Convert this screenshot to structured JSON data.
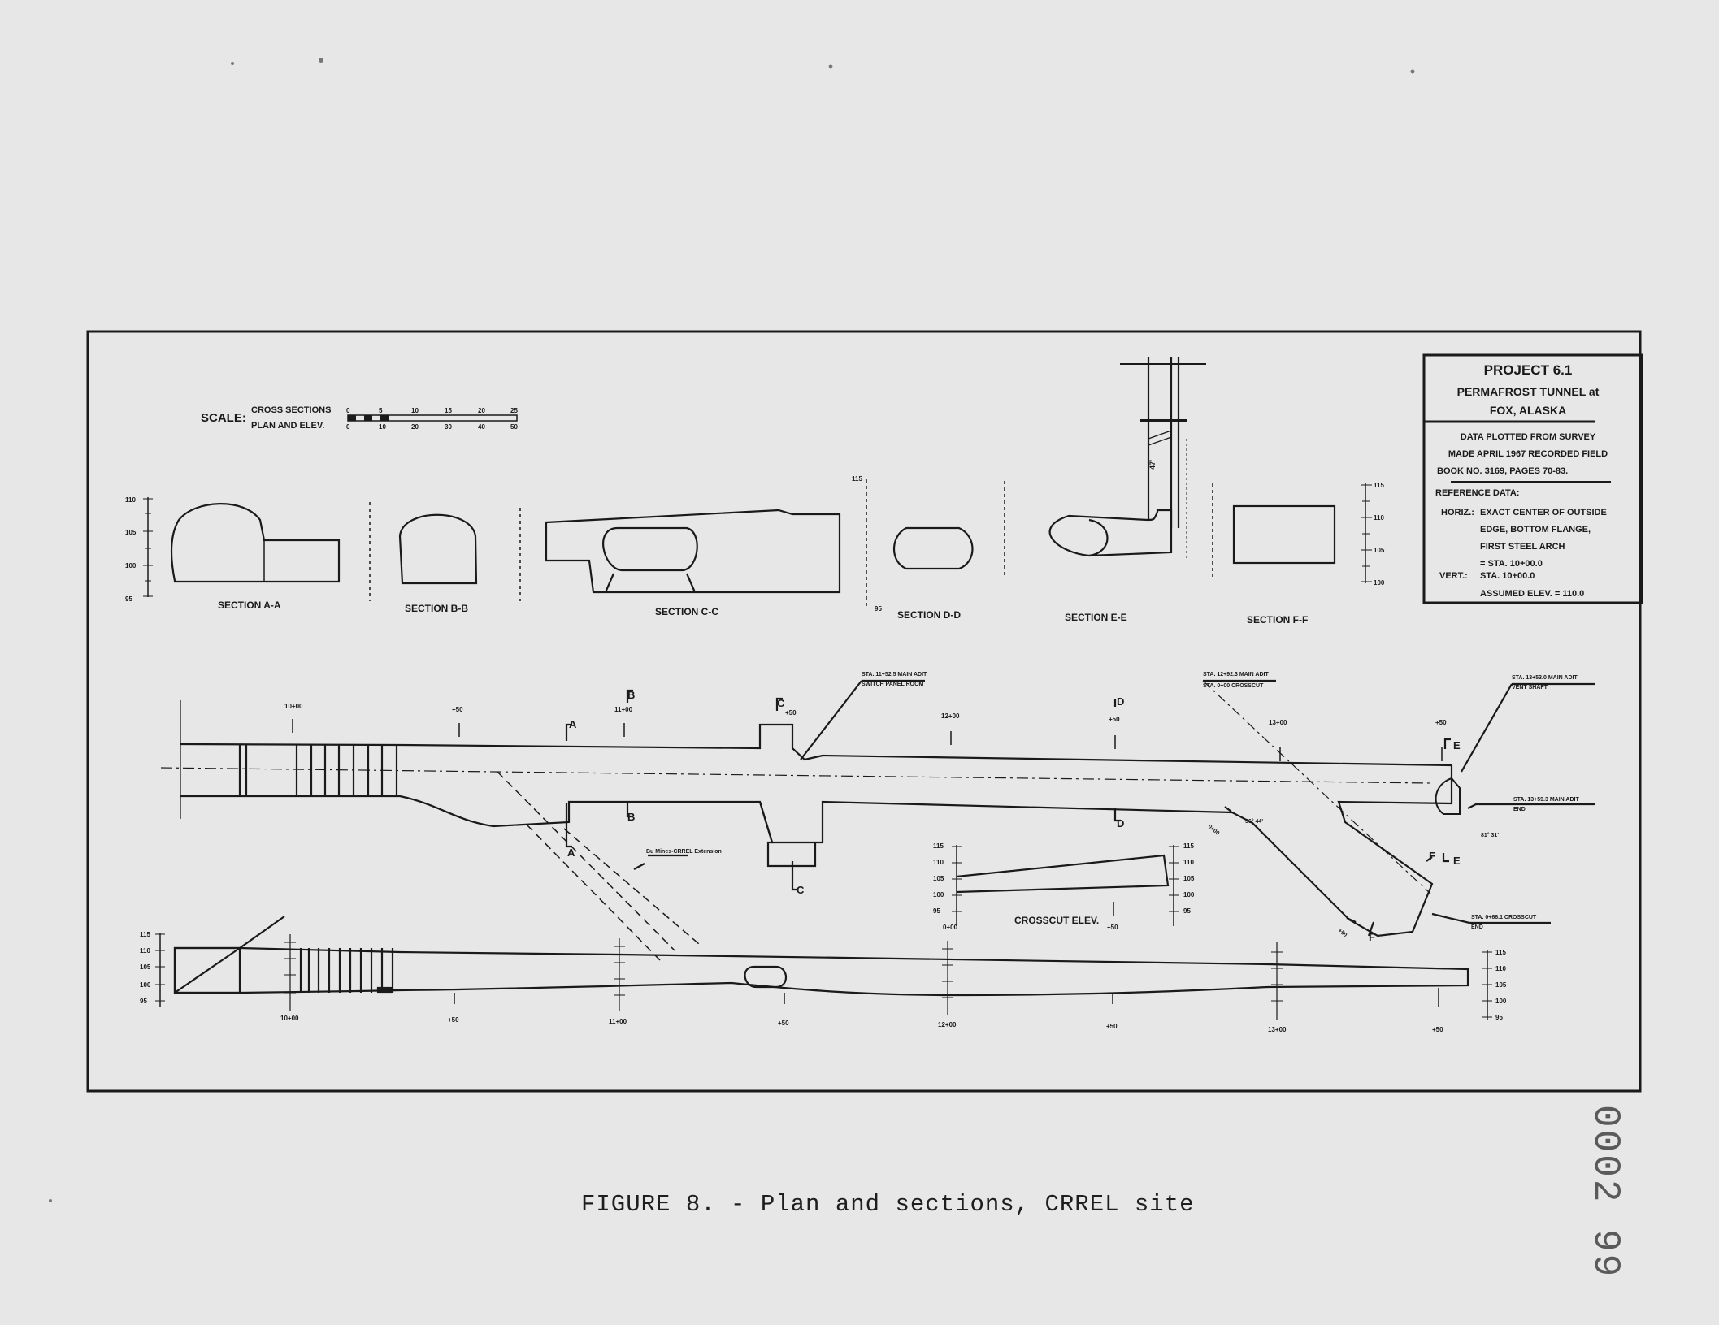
{
  "title_block": {
    "project": "PROJECT 6.1",
    "line2": "PERMAFROST TUNNEL at",
    "line3": "FOX, ALASKA",
    "survey": [
      "DATA PLOTTED FROM SURVEY",
      "MADE APRIL 1967 RECORDED FIELD",
      "BOOK NO. 3169, PAGES 70-83."
    ],
    "reference_heading": "REFERENCE DATA:",
    "horiz_label": "HORIZ.:",
    "horiz_lines": [
      "EXACT CENTER OF OUTSIDE",
      "EDGE, BOTTOM FLANGE,",
      "FIRST STEEL ARCH",
      "= STA. 10+00.0"
    ],
    "vert_label": "VERT.:",
    "vert_lines": [
      "STA. 10+00.0",
      "ASSUMED ELEV. = 110.0"
    ]
  },
  "scale": {
    "label": "SCALE:",
    "line1": "CROSS SECTIONS",
    "line2": "PLAN AND ELEV.",
    "top_ticks": [
      "0",
      "5",
      "10",
      "15",
      "20",
      "25"
    ],
    "bottom_ticks": [
      "0",
      "10",
      "20",
      "30",
      "40",
      "50"
    ]
  },
  "sections": {
    "a": "SECTION A-A",
    "b": "SECTION B-B",
    "c": "SECTION C-C",
    "d": "SECTION D-D",
    "e": "SECTION E-E",
    "f": "SECTION F-F"
  },
  "elev_ticks": {
    "a": [
      "110",
      "105",
      "100",
      "95"
    ],
    "c": [
      "115",
      "95"
    ],
    "f": [
      "115",
      "110",
      "105",
      "100"
    ],
    "crosscut_left": [
      "115",
      "110",
      "105",
      "100",
      "95"
    ],
    "crosscut_right": [
      "115",
      "110",
      "105",
      "100",
      "95"
    ],
    "profile_left": [
      "115",
      "110",
      "105",
      "100",
      "95"
    ],
    "profile_right": [
      "115",
      "110",
      "105",
      "100",
      "95"
    ]
  },
  "plan": {
    "stations": [
      "10+00",
      "+50",
      "11+00",
      "+50",
      "12+00",
      "+50",
      "13+00",
      "+50"
    ],
    "cut_letters": [
      "A",
      "B",
      "C",
      "D",
      "E",
      "F"
    ],
    "annot_switch_1": "STA. 11+52.5 MAIN ADIT",
    "annot_switch_2": "SWITCH PANEL ROOM",
    "annot_crosscut_1": "STA. 12+92.3 MAIN ADIT",
    "annot_crosscut_2": "STA. 0+00 CROSSCUT",
    "annot_shaft_1": "STA. 13+53.0 MAIN ADIT",
    "annot_shaft_2": "VENT SHAFT",
    "annot_end_1": "STA. 13+59.3 MAIN ADIT",
    "annot_end_2": "END",
    "annot_cc_end_1": "STA. 0+66.1 CROSSCUT",
    "annot_cc_end_2": "END",
    "extension": "Bu Mines-CRREL Extension",
    "angle": "36° 44'",
    "angle2": "81° 31'",
    "crosscut_station": "0+00",
    "crosscut_plus50": "+50",
    "shaft_depth": "47'"
  },
  "crosscut_elev": {
    "label": "CROSSCUT ELEV.",
    "start": "0+00",
    "mid": "+50"
  },
  "profile": {
    "stations": [
      "10+00",
      "+50",
      "11+00",
      "+50",
      "12+00",
      "+50",
      "13+00",
      "+50"
    ]
  },
  "caption": "FIGURE 8. - Plan and sections, CRREL site",
  "side_number": "0002 99"
}
